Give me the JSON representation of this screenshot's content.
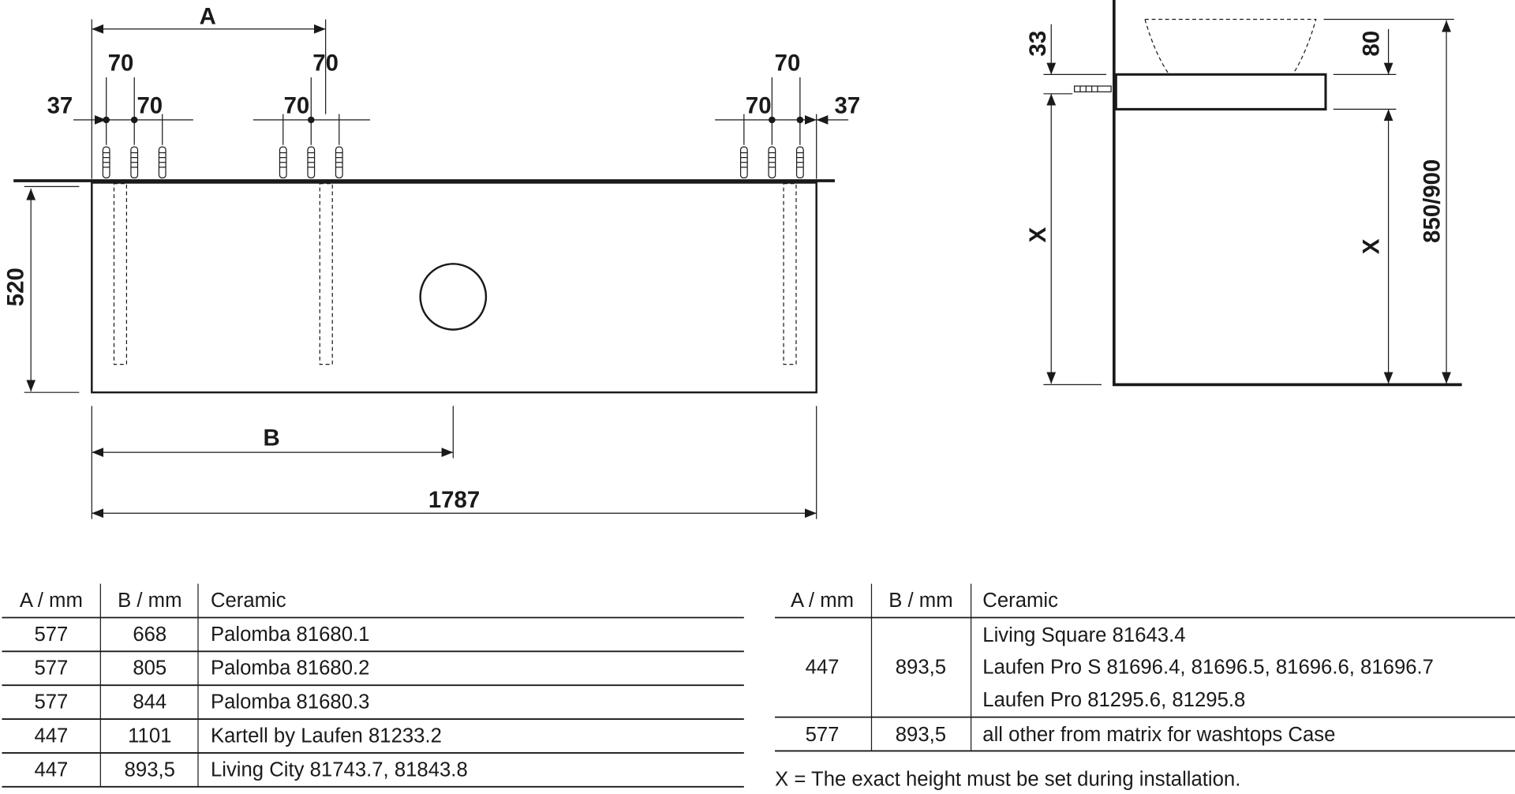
{
  "front_view": {
    "dim_a": "A",
    "dim_b": "B",
    "dim_spacing": "70",
    "dim_edge": "37",
    "dim_height": "520",
    "dim_width": "1787"
  },
  "side_view": {
    "dim_top": "33",
    "dim_thickness": "80",
    "dim_x": "X",
    "dim_total": "850/900"
  },
  "table_left": {
    "headers": [
      "A / mm",
      "B / mm",
      "Ceramic"
    ],
    "rows": [
      {
        "a": "577",
        "b": "668",
        "ceramic": "Palomba 81680.1"
      },
      {
        "a": "577",
        "b": "805",
        "ceramic": "Palomba 81680.2"
      },
      {
        "a": "577",
        "b": "844",
        "ceramic": "Palomba 81680.3"
      },
      {
        "a": "447",
        "b": "1101",
        "ceramic": "Kartell by Laufen 81233.2"
      },
      {
        "a": "447",
        "b": "893,5",
        "ceramic": "Living City 81743.7, 81843.8"
      }
    ]
  },
  "table_right": {
    "headers": [
      "A / mm",
      "B / mm",
      "Ceramic"
    ],
    "rows": [
      {
        "a": "447",
        "b": "893,5",
        "ceramic": [
          "Living Square 81643.4",
          "Laufen Pro S 81696.4, 81696.5, 81696.6, 81696.7",
          "Laufen Pro 81295.6, 81295.8"
        ]
      },
      {
        "a": "577",
        "b": "893,5",
        "ceramic": [
          "all other from matrix for washtops Case"
        ]
      }
    ]
  },
  "footnote": "X = The exact height must be set during installation."
}
